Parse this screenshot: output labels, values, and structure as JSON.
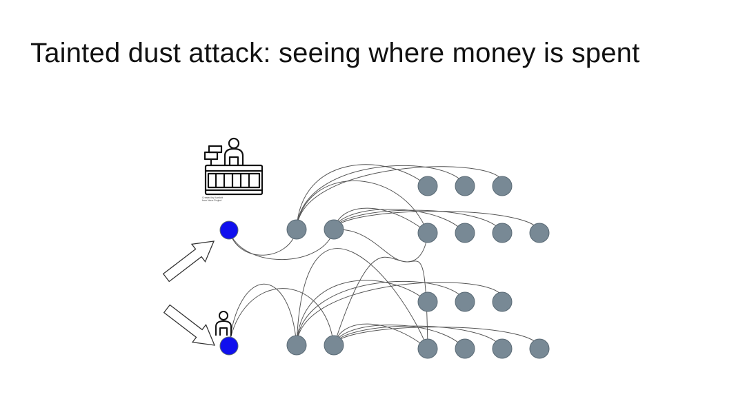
{
  "slide": {
    "title": "Tainted dust attack: seeing where money is spent",
    "icon_credit_line1": "Created by Komkrit",
    "icon_credit_line2": "from Noun Project"
  },
  "icons": {
    "merchant": "merchant-cashier-icon",
    "person": "person-icon",
    "arrow": "outline-arrow-icon"
  },
  "colors": {
    "dust_node": "#1010ee",
    "tx_node": "#788995",
    "edge": "#555555",
    "arrow_outline": "#333333"
  }
}
